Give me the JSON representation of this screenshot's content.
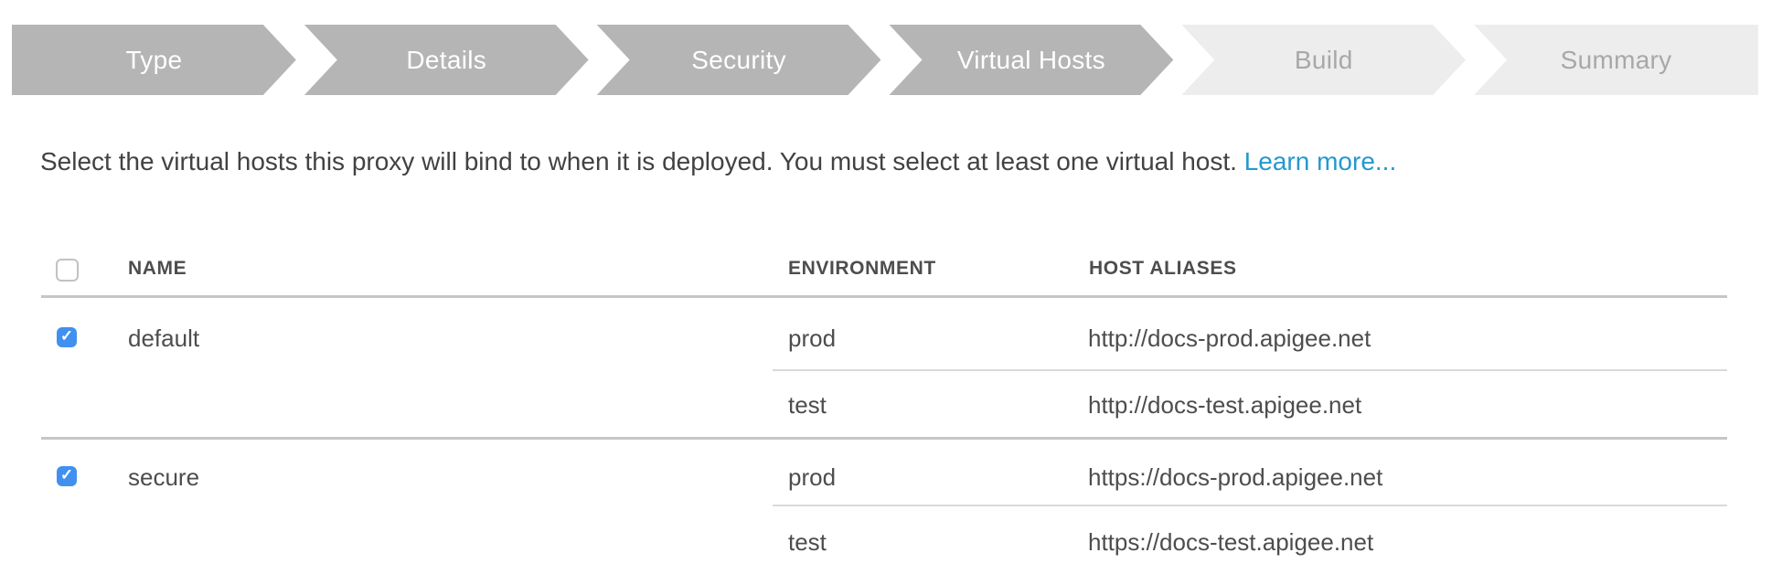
{
  "stepper": {
    "steps": [
      {
        "label": "Type",
        "state": "completed"
      },
      {
        "label": "Details",
        "state": "completed"
      },
      {
        "label": "Security",
        "state": "completed"
      },
      {
        "label": "Virtual Hosts",
        "state": "current"
      },
      {
        "label": "Build",
        "state": "upcoming"
      },
      {
        "label": "Summary",
        "state": "upcoming"
      }
    ]
  },
  "description": {
    "text": "Select the virtual hosts this proxy will bind to when it is deployed. You must select at least one virtual host. ",
    "link_label": "Learn more..."
  },
  "table": {
    "headers": {
      "name": "NAME",
      "environment": "ENVIRONMENT",
      "host_aliases": "HOST ALIASES"
    },
    "select_all_checked": false,
    "check_glyph": "✓",
    "groups": [
      {
        "name": "default",
        "checked": true,
        "rows": [
          {
            "environment": "prod",
            "host_alias": "http://docs-prod.apigee.net"
          },
          {
            "environment": "test",
            "host_alias": "http://docs-test.apigee.net"
          }
        ]
      },
      {
        "name": "secure",
        "checked": true,
        "rows": [
          {
            "environment": "prod",
            "host_alias": "https://docs-prod.apigee.net"
          },
          {
            "environment": "test",
            "host_alias": "https://docs-test.apigee.net"
          }
        ]
      }
    ]
  },
  "colors": {
    "step_active_bg": "#b5b5b5",
    "step_active_text": "#ffffff",
    "step_upcoming_bg": "#ededed",
    "step_upcoming_text": "#a8a8a8",
    "link_blue": "#2498ce",
    "checkbox_blue": "#4190f0",
    "text_dark": "#4d4d4d",
    "divider_gray": "#c6c6c6"
  }
}
